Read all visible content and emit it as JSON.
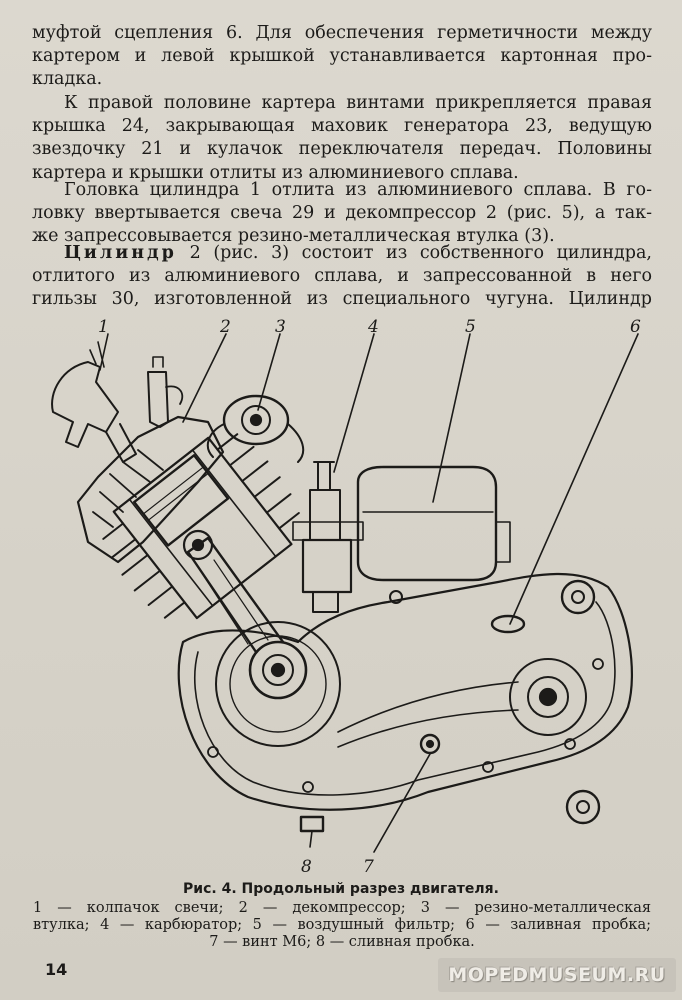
{
  "paragraphs": [
    {
      "lines": [
        "муфтой сцепления 6. Для обеспечения герметичности между",
        "картером и левой крышкой устанавливается картонная про-",
        "кладка."
      ]
    },
    {
      "lines": [
        "К правой половине картера винтами прикрепляется правая",
        "крышка 24, закрывающая маховик генератора  23,  ведущую",
        "звездочку  21  и  кулачок переключателя передач. Половины",
        "картера и крышки отлиты из алюминиевого сплава."
      ]
    },
    {
      "lines": [
        "Головка цилиндра 1 отлита из алюминиевого сплава. В го-",
        "ловку ввертывается свеча 29 и декомпрессор 2 (рис. 5), а так-",
        "же запрессовывается резино-металлическая втулка (3)."
      ]
    },
    {
      "lead": "Цилиндр",
      "lines": [
        " 2 (рис. 3) состоит из собственного цилиндра,",
        "отлитого из алюминиевого  сплава,  и  запрессованной  в него",
        "гильзы 30, изготовленной из специального чугуна. Цилиндр"
      ]
    }
  ],
  "figure": {
    "callouts": [
      "1",
      "2",
      "3",
      "4",
      "5",
      "6",
      "7",
      "8"
    ]
  },
  "caption": {
    "title": "Рис. 4. Продольный разрез двигателя.",
    "lines": [
      "1 — колпачок  свечи;  2 — декомпрессор;  3 — резино-металлическая",
      "втулка; 4 — карбюратор; 5 — воздушный фильтр; 6 — заливная пробка;",
      "7 — винт М6; 8 — сливная пробка."
    ]
  },
  "page_number": "14",
  "watermark": "MOPEDMUSEUM.RU"
}
